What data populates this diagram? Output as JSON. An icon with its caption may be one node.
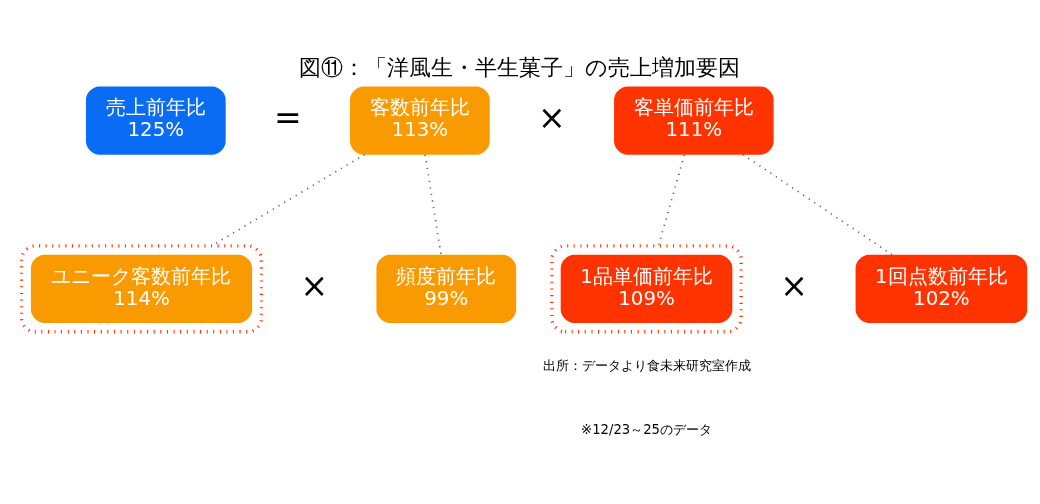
{
  "diagram": {
    "title": "図⑪：「洋風生・半生菓子」の売上増加要因",
    "nodes": [
      {
        "text": [
          "売上前年比",
          "125%"
        ]
      },
      {
        "text": [
          "客数前年比",
          "113%"
        ]
      },
      {
        "text": [
          "客単価前年比",
          "111%"
        ]
      },
      {
        "text": [],
        "shape": "box"
      },
      {
        "text": [
          "ユニーク客数前年比",
          "114%"
        ],
        "in": 3
      },
      {
        "text": [
          "頻度前年比",
          "99%"
        ]
      },
      {
        "text": [],
        "shape": "box"
      },
      {
        "text": [
          "1品単価前年比",
          "109%"
        ],
        "in": 6
      },
      {
        "text": [
          "1回点数前年比",
          "102%"
        ]
      }
    ],
    "edges": [
      {
        "from": 1,
        "to": 3,
        "arrow": "none",
        "style": "dashed"
      },
      {
        "from": 1,
        "to": 5,
        "arrow": "none",
        "style": "dashed"
      },
      {
        "from": 2,
        "to": 6,
        "arrow": "none",
        "style": "dashed"
      },
      {
        "from": 2,
        "to": 8,
        "arrow": "none",
        "style": "dashed"
      }
    ],
    "labels": [
      "=",
      "×",
      "×",
      "×",
      "出所：データより食未来研究室作成",
      "※12/23～25のデータ"
    ]
  }
}
